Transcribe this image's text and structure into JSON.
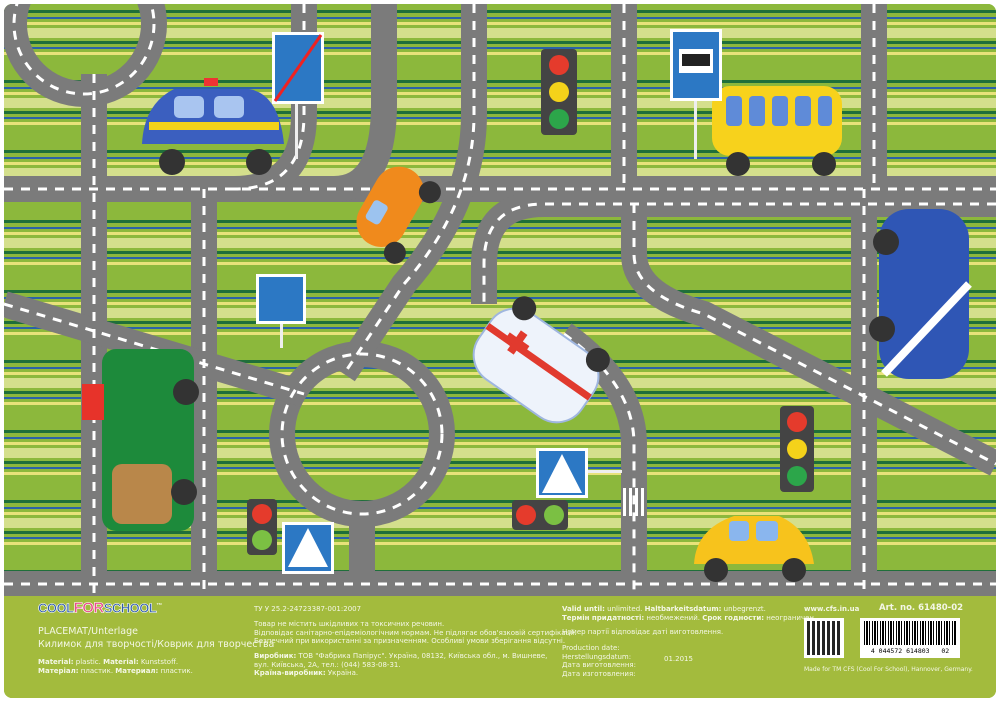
{
  "brand": {
    "logo_text_cool": "COOL",
    "logo_text_for": "FOR",
    "logo_text_school": "SCHOOL",
    "tm": "™"
  },
  "product": {
    "title": "PLACEMAT/Unterlage",
    "subtitle": "Килимок для творчості/Коврик для творчества",
    "material_line1": {
      "k1": "Material:",
      "v1": " plastic. ",
      "k2": "Material:",
      "v2": " Kunststoff."
    },
    "material_line2": {
      "k1": "Матеріал:",
      "v1": " пластик. ",
      "k2": "Материал:",
      "v2": " пластик."
    }
  },
  "compliance": {
    "standard": "ТУ У 25.2-24723387-001:2007",
    "safety": [
      "Товар не містить шкідливих та токсичних речовин.",
      "Відповідає санітарно-епідеміологічним нормам. Не підлягає обов'язковій сертифікації.",
      "Безпечний при використанні за призначенням. Особливі умови зберігання відсутні."
    ],
    "maker_label": "Виробник:",
    "maker": " ТОВ \"Фабрика Папірус\". Україна, 08132, Київська обл., м. Вишневе,",
    "maker_addr": "вул. Київська, 2А, тел.: (044) 583-08-31.",
    "country_label": "Країна-виробник:",
    "country": " Україна."
  },
  "validity": {
    "l1": {
      "k1": "Valid until:",
      "v1": " unlimited. ",
      "k2": "Haltbarkeitsdatum:",
      "v2": " unbegrenzt."
    },
    "l2": {
      "k1": "Термін придатності:",
      "v1": " необмежений. ",
      "k2": "Срок годности:",
      "v2": " неограничен."
    },
    "batch": "Номер партії відповідає даті виготовлення.",
    "dates": [
      "Production date:",
      "Herstellungsdatum:",
      "Дата виготовлення:",
      "Дата изготовления:"
    ],
    "date_value": "01.2015"
  },
  "website": "www.cfs.in.ua",
  "article": "Art. no. 61480-02",
  "barcode": {
    "number": "4 044572 614803",
    "addon": "02"
  },
  "made_for": "Made for TM CFS (Cool For School), Hannover, Germany.",
  "colors": {
    "grass": "#8cb83c",
    "road": "#7b7b7b",
    "panel": "#a3bb3d"
  }
}
